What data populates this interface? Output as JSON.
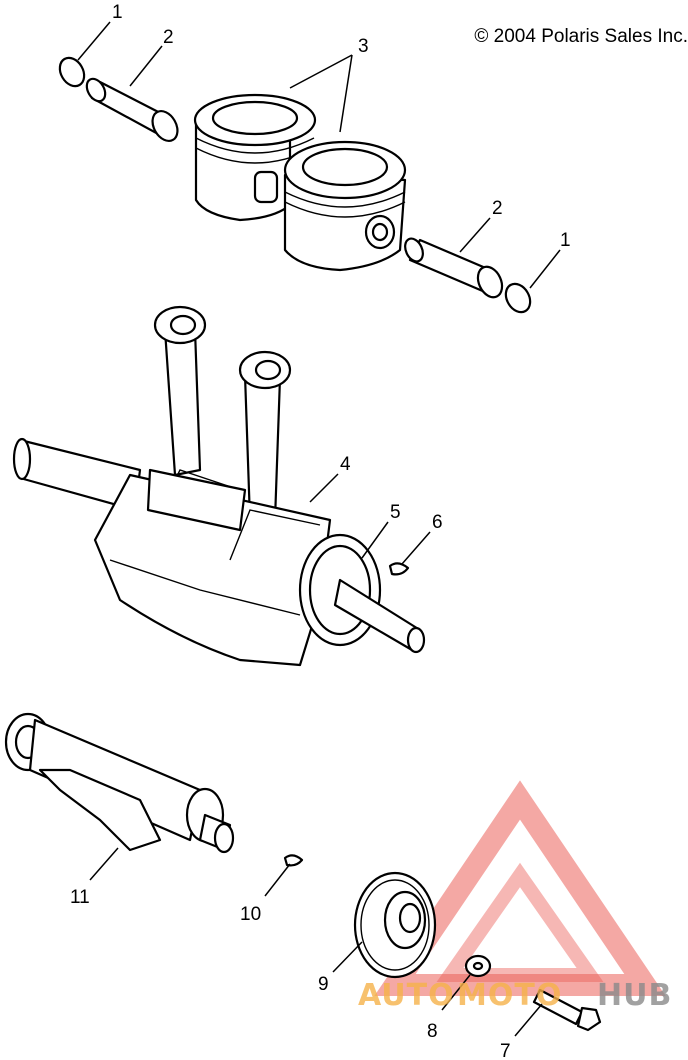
{
  "copyright": "© 2004 Polaris Sales Inc.",
  "callouts": [
    {
      "id": "c1a",
      "label": "1"
    },
    {
      "id": "c2a",
      "label": "2"
    },
    {
      "id": "c3",
      "label": "3"
    },
    {
      "id": "c2b",
      "label": "2"
    },
    {
      "id": "c1b",
      "label": "1"
    },
    {
      "id": "c4",
      "label": "4"
    },
    {
      "id": "c5",
      "label": "5"
    },
    {
      "id": "c6",
      "label": "6"
    },
    {
      "id": "c11",
      "label": "11"
    },
    {
      "id": "c10",
      "label": "10"
    },
    {
      "id": "c9",
      "label": "9"
    },
    {
      "id": "c8",
      "label": "8"
    },
    {
      "id": "c7",
      "label": "7"
    }
  ],
  "watermark": {
    "text_auto": "AUTO",
    "text_moto": "MOTO",
    "text_hub": "HUB",
    "color_red": "#e8453c",
    "color_orange": "#f6b24a",
    "color_gray": "#8a8a8a"
  }
}
